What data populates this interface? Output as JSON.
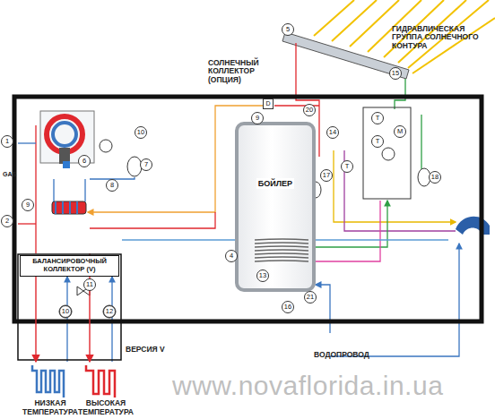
{
  "diagram": {
    "nodes": [
      {
        "text": [
          "БОЙЛЕР"
        ]
      },
      {
        "text": [
          "БАЛАНСИРОВОЧНЫЙ КОЛЛЕКТОР (V)"
        ]
      },
      {
        "text": [
          "НИЗКАЯ ТЕМПЕРАТУРА"
        ]
      },
      {
        "text": [
          "ВЫСОКАЯ ТЕМПЕРАТУРА"
        ]
      }
    ],
    "edges": [
      {
        "from": 1,
        "to": 2,
        "arrow": "to"
      },
      {
        "from": 1,
        "to": 3,
        "arrow": "to"
      }
    ],
    "labels": [
      "СОЛНЕЧНЫЙ КОЛЛЕКТОР (ОПЦИЯ)",
      "ГИДРАВЛИЧЕСКАЯ ГРУППА СОЛНЕЧНОГО КОНТУРА",
      "GAS",
      "ВЕРСИЯ V",
      "ВОДОПРОВОД",
      "www.novaflorida.in.ua",
      "5",
      "15",
      "20",
      "9",
      "D",
      "14",
      "T",
      "17",
      "T",
      "M",
      "T",
      "18",
      "1",
      "2",
      "9",
      "10",
      "6",
      "7",
      "8",
      "4",
      "13",
      "11",
      "10",
      "12",
      "21",
      "16"
    ]
  }
}
